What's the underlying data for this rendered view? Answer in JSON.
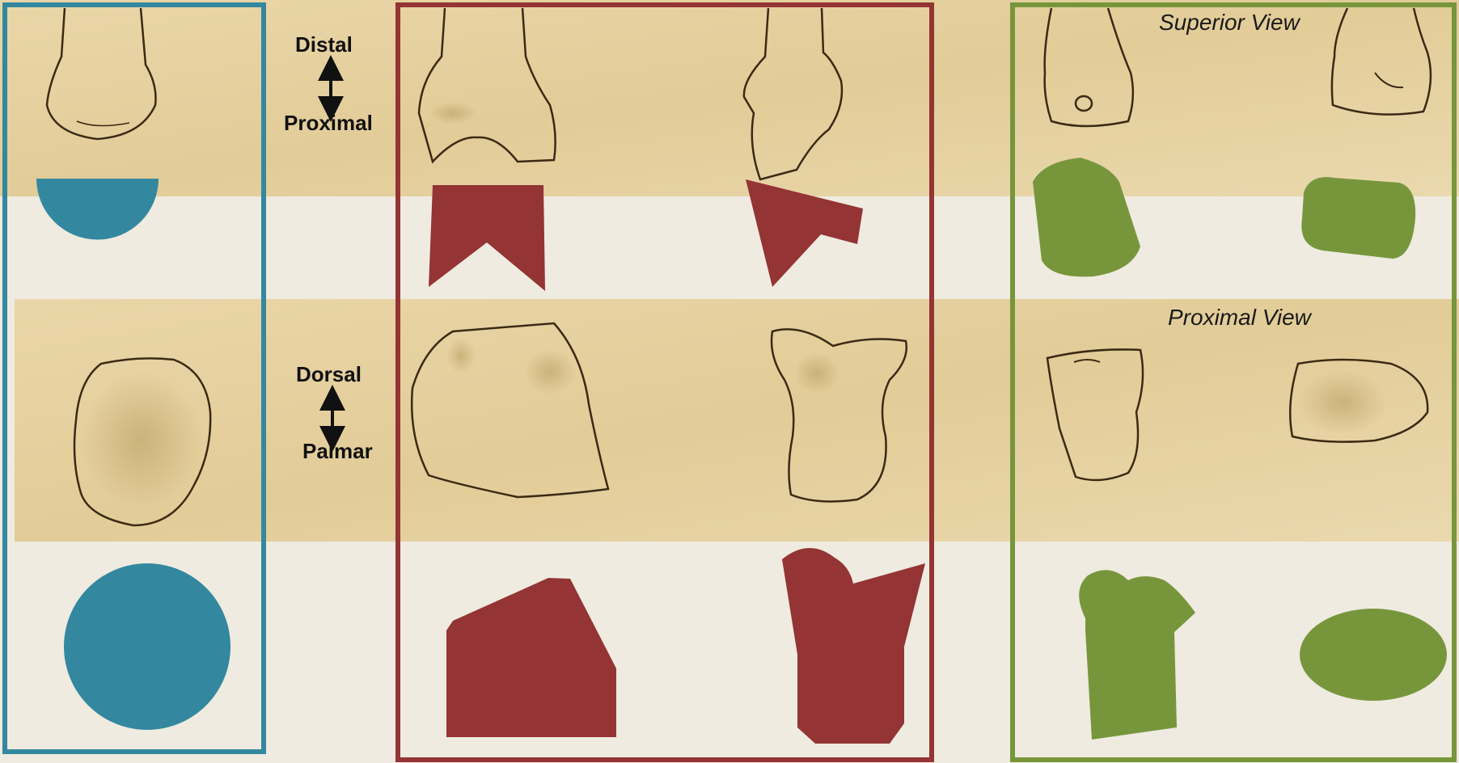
{
  "labels": {
    "distal": "Distal",
    "proximal": "Proximal",
    "dorsal": "Dorsal",
    "palmar": "Palmar",
    "superior_view": "Superior View",
    "proximal_view": "Proximal View"
  },
  "colors": {
    "background": "#efebe0",
    "paper": "#e6d3a4",
    "sketch_line": "#3b2a14",
    "blue": "#33889f",
    "red": "#943434",
    "green": "#77963c"
  },
  "icons": {
    "axis_arrow_1": "double-arrow-vertical",
    "axis_arrow_2": "double-arrow-vertical"
  }
}
